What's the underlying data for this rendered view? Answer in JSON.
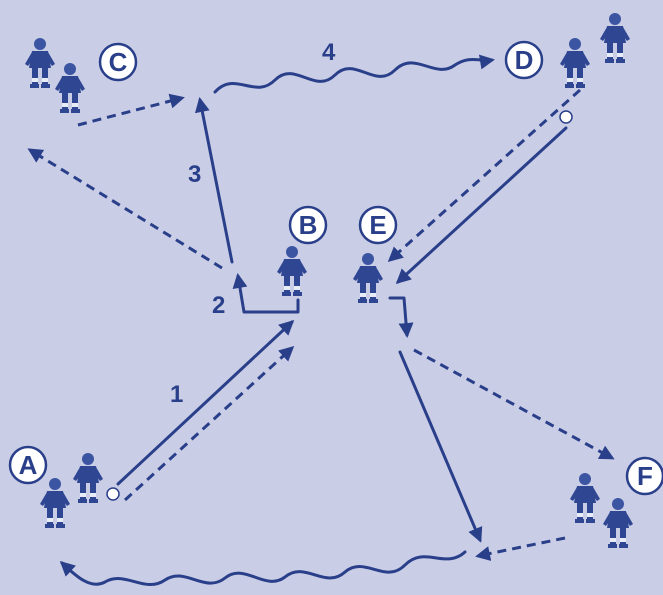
{
  "diagram": {
    "stations": [
      {
        "key": "A",
        "label": "A"
      },
      {
        "key": "B",
        "label": "B"
      },
      {
        "key": "C",
        "label": "C"
      },
      {
        "key": "D",
        "label": "D"
      },
      {
        "key": "E",
        "label": "E"
      },
      {
        "key": "F",
        "label": "F"
      }
    ],
    "steps": [
      {
        "key": "1",
        "label": "1"
      },
      {
        "key": "2",
        "label": "2"
      },
      {
        "key": "3",
        "label": "3"
      },
      {
        "key": "4",
        "label": "4"
      }
    ],
    "colors": {
      "background": "#c9cde6",
      "ink": "#2a3f8a",
      "player": "#2f4793"
    }
  }
}
